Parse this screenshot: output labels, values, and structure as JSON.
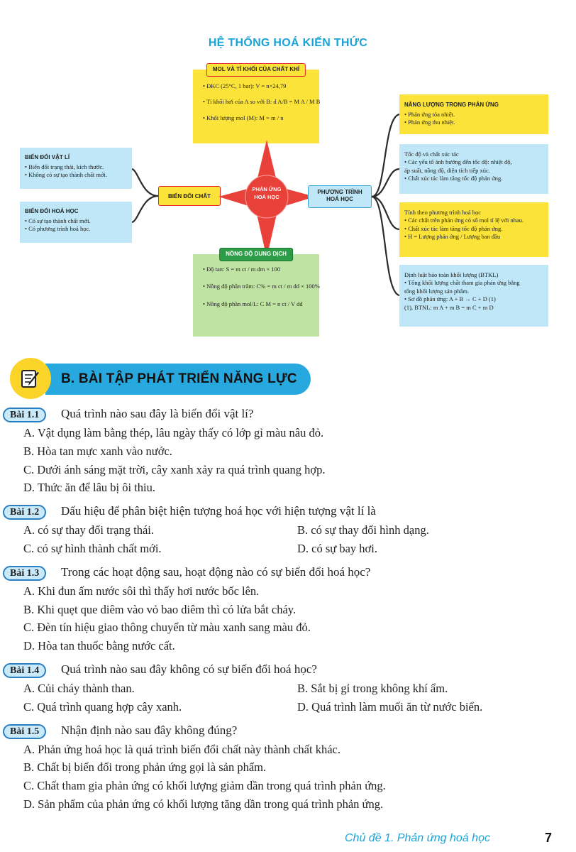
{
  "mindmap": {
    "title": "HỆ THỐNG HOÁ KIẾN THỨC",
    "center": [
      "PHẢN ỨNG",
      "HOÁ HỌC"
    ],
    "mol": {
      "heading": "MOL VÀ TỈ KHỐI CỦA CHẤT KHÍ",
      "lines": [
        "• ĐKC (25°C, 1 bar): V = n×24,79",
        "• Tỉ khối hơi của A so với B: d A/B = M A / M B",
        "• Khối lượng mol (M): M = m / n"
      ]
    },
    "ndd": {
      "heading": "NỒNG ĐỘ DUNG DỊCH",
      "lines": [
        "• Độ tan: S = m ct / m dm × 100",
        "• Nồng độ phần trăm: C% = m ct / m dd × 100%",
        "• Nồng độ phần mol/L: C M = n ct / V dd"
      ]
    },
    "bien_doi_chat": "BIẾN ĐỔI CHẤT",
    "vatli": {
      "title": "BIẾN ĐỔI VẬT LÍ",
      "lines": [
        "• Biến đổi trạng thái, kích thước.",
        "• Không có sự tạo thành chất mới."
      ]
    },
    "hoahoc": {
      "title": "BIẾN ĐỔI HOÁ HỌC",
      "lines": [
        "• Có sự tạo thành chất mới.",
        "• Có phương trình hoá học."
      ]
    },
    "phuong_trinh": [
      "PHƯƠNG TRÌNH",
      "HOÁ HỌC"
    ],
    "nangluong": {
      "title": "NĂNG LƯỢNG TRONG PHẢN ỨNG",
      "lines": [
        "• Phản ứng tỏa nhiệt.",
        "• Phản ứng thu nhiệt."
      ]
    },
    "tocdo": {
      "lines": [
        "Tốc độ và chất xúc tác",
        "• Các yếu tố ảnh hưởng đến tốc độ: nhiệt độ,",
        "  áp suất, nồng độ, diện tích tiếp xúc.",
        "• Chất xúc tác làm tăng tốc độ phản ứng."
      ]
    },
    "tinhtheo": {
      "lines": [
        "Tính theo phương trình hoá học",
        "• Các chất trên phản ứng có số mol tỉ lệ với nhau.",
        "• Chất xúc tác làm tăng tốc độ phản ứng.",
        "• H = Lượng phản ứng / Lượng ban đầu"
      ]
    },
    "baotoan": {
      "lines": [
        "Định luật bảo toàn khối lượng (BTKL)",
        "• Tổng khối lượng chất tham gia phản ứng bằng",
        "  tổng khối lượng sản phẩm.",
        "• Sơ đồ phản ứng: A + B → C + D (1)",
        "(1), BTNL: m A + m B = m C + m D"
      ]
    }
  },
  "section": {
    "title": "B. BÀI TẬP PHÁT TRIỂN NĂNG LỰC"
  },
  "exercises": [
    {
      "label": "Bài 1.1",
      "question": "Quá trình nào sau đây là biến đổi vật lí?",
      "options": [
        "A. Vật dụng làm bằng thép, lâu ngày thấy có lớp gỉ màu nâu đỏ.",
        "B. Hòa tan mực xanh vào nước.",
        "C. Dưới ánh sáng mặt trời, cây xanh xảy ra quá trình quang hợp.",
        "D. Thức ăn để lâu bị ôi thiu."
      ]
    },
    {
      "label": "Bài 1.2",
      "question": "Dấu hiệu để phân biệt hiện tượng hoá học với hiện tượng vật lí là",
      "options": [
        "A. có sự thay đổi trạng thái.",
        "B. có sự thay đổi hình dạng.",
        "C. có sự hình thành chất mới.",
        "D. có sự bay hơi."
      ]
    },
    {
      "label": "Bài 1.3",
      "question": "Trong các hoạt động sau, hoạt động nào có sự biến đổi hoá học?",
      "options": [
        "A. Khi đun ấm nước sôi thì thấy hơi nước bốc lên.",
        "B. Khi quẹt que diêm vào vỏ bao diêm thì có lửa bắt cháy.",
        "C. Đèn tín hiệu giao thông chuyển từ màu xanh sang màu đỏ.",
        "D. Hòa tan thuốc bằng nước cất."
      ]
    },
    {
      "label": "Bài 1.4",
      "question": "Quá trình nào sau đây không có sự biến đổi hoá học?",
      "options": [
        "A. Củi cháy thành than.",
        "B. Sắt bị gỉ trong không khí ẩm.",
        "C. Quá trình quang hợp cây xanh.",
        "D. Quá trình làm muối ăn từ nước biển."
      ]
    },
    {
      "label": "Bài 1.5",
      "question": "Nhận định nào sau đây không đúng?",
      "options": [
        "A. Phản ứng hoá học là quá trình biến đổi chất này thành chất khác.",
        "B. Chất bị biến đổi trong phản ứng gọi là sản phẩm.",
        "C. Chất tham gia phản ứng có khối lượng giảm dần trong quá trình phản ứng.",
        "D. Sản phẩm của phản ứng có khối lượng tăng dần trong quá trình phản ứng."
      ]
    }
  ],
  "footer": {
    "topic": "Chủ đề 1. Phản ứng hoá học",
    "page": "7"
  },
  "colors": {
    "accent": "#27a9e0",
    "yellow": "#fbe33a",
    "light_blue": "#bfe7f7",
    "star": "#e8413a",
    "green": "#2e9b48"
  }
}
